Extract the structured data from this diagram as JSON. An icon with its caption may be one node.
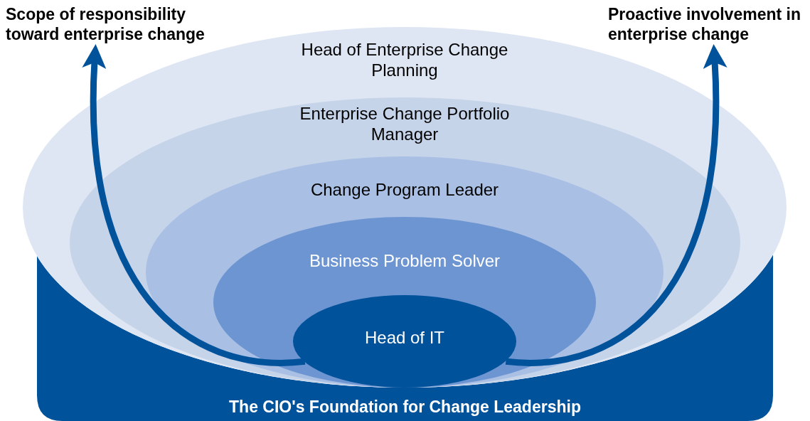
{
  "diagram": {
    "nodes": [
      {
        "text": [
          "Scope of responsibility toward enterprise change"
        ]
      },
      {
        "text": [
          "Proactive involvement in enterprise change"
        ]
      },
      {
        "text": [
          "Head of Enterprise Change Planning"
        ]
      },
      {
        "text": [
          "Enterprise Change Portfolio Manager"
        ],
        "in": 2
      },
      {
        "text": [
          "Change Program Leader"
        ],
        "in": 3
      },
      {
        "text": [
          "Business Problem Solver"
        ],
        "in": 4
      },
      {
        "text": [
          "Head of IT"
        ],
        "in": 5
      },
      {
        "text": [
          "The CIO's Foundation for Change Leadership"
        ]
      }
    ],
    "edges": [
      {
        "from": 6,
        "to": 0,
        "arrow": "to"
      },
      {
        "from": 6,
        "to": 1,
        "arrow": "to"
      }
    ]
  }
}
